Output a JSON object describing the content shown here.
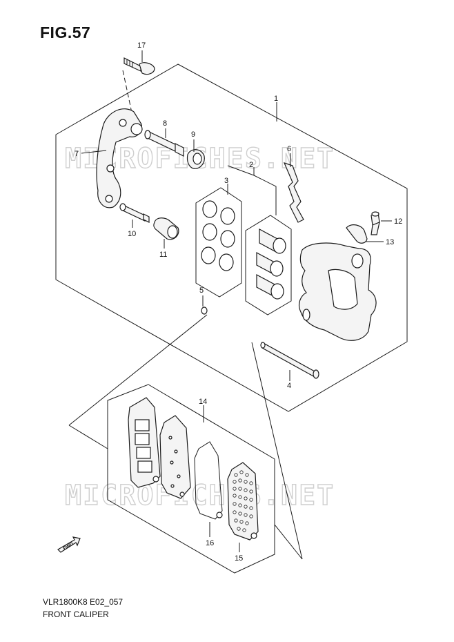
{
  "figure": {
    "title": "FIG.57",
    "code": "VLR1800K8 E02_057",
    "name": "FRONT CALIPER"
  },
  "watermark": "MICROFICHES.NET",
  "fwd_label": "FWD",
  "callouts": {
    "c1": "1",
    "c2": "2",
    "c3": "3",
    "c4": "4",
    "c5": "5",
    "c6": "6",
    "c7": "7",
    "c8": "8",
    "c9": "9",
    "c10": "10",
    "c11": "11",
    "c12": "12",
    "c13": "13",
    "c14": "14",
    "c15": "15",
    "c16": "16",
    "c17": "17"
  },
  "colors": {
    "ink": "#1a1a1a",
    "watermark": "#cfcfcf",
    "background": "#ffffff"
  }
}
